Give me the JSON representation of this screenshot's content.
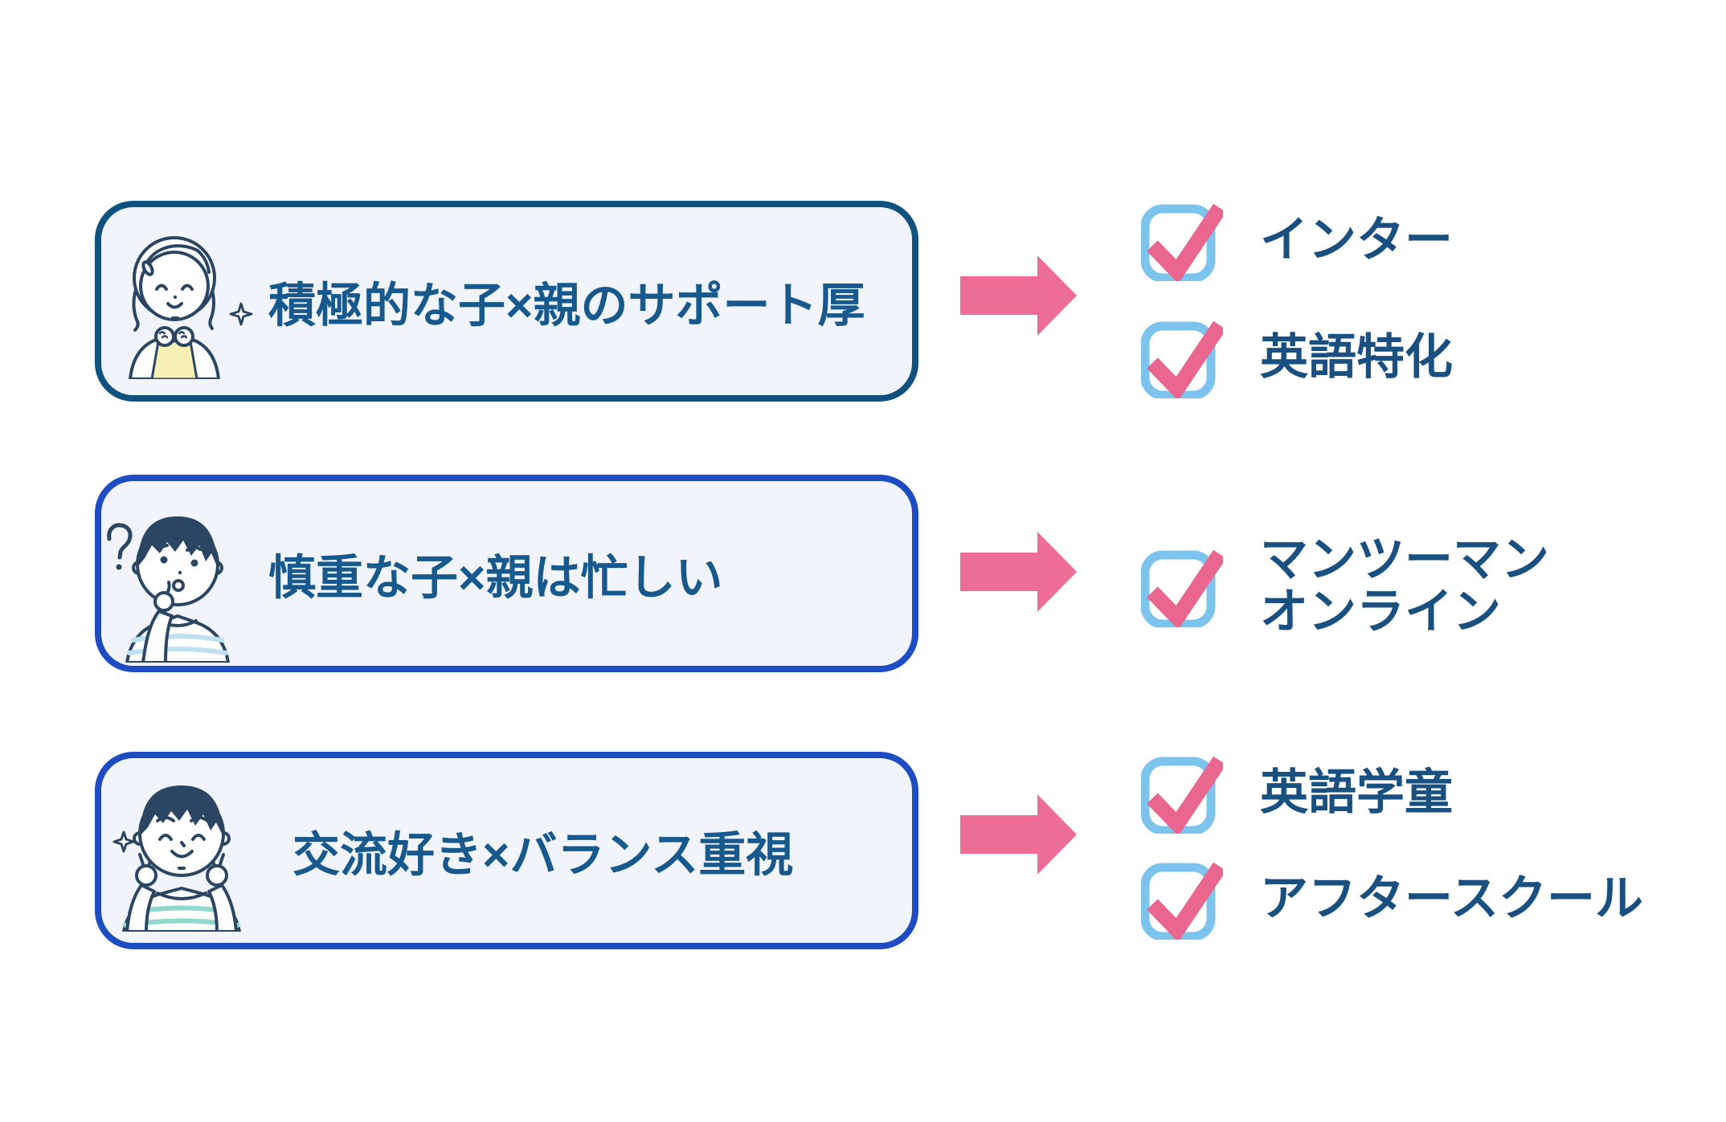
{
  "diagram": {
    "description_visible_text_only": true,
    "rows": [
      {
        "persona": "積極的な子×親のサポート厚",
        "character": "girl-excited",
        "border_color": "#0f5280",
        "options": [
          {
            "line1": "インター"
          },
          {
            "line1": "英語特化"
          }
        ]
      },
      {
        "persona": "慎重な子×親は忙しい",
        "character": "boy-thinking",
        "border_color": "#1e4cc2",
        "options": [
          {
            "line1": "マンツーマン",
            "line2": "オンライン"
          }
        ]
      },
      {
        "persona": "交流好き×バランス重視",
        "character": "boy-peace-sign",
        "border_color": "#1e4cc2",
        "options": [
          {
            "line1": "英語学童"
          },
          {
            "line1": "アフタースクール"
          }
        ]
      }
    ],
    "icons": {
      "arrow": "arrow-right-icon",
      "checkbox": "checked-checkbox-icon"
    },
    "colors": {
      "background": "#ffffff",
      "box_fill": "#f1f5fb",
      "box_border_row1": "#0f5280",
      "box_border_row2_3": "#1e4cc2",
      "persona_text": "#17598c",
      "option_text": "#1a5080",
      "arrow_pink": "#ed6d96",
      "check_pink": "#e9668e",
      "checkbox_blue": "#7cc4ee",
      "illustration_line": "#2b4663",
      "girl_outfit_yellow": "#f7f0b4",
      "boy_stripe_light_blue": "#bfe0f2",
      "boy_stripe_teal": "#8fd8cc"
    }
  }
}
